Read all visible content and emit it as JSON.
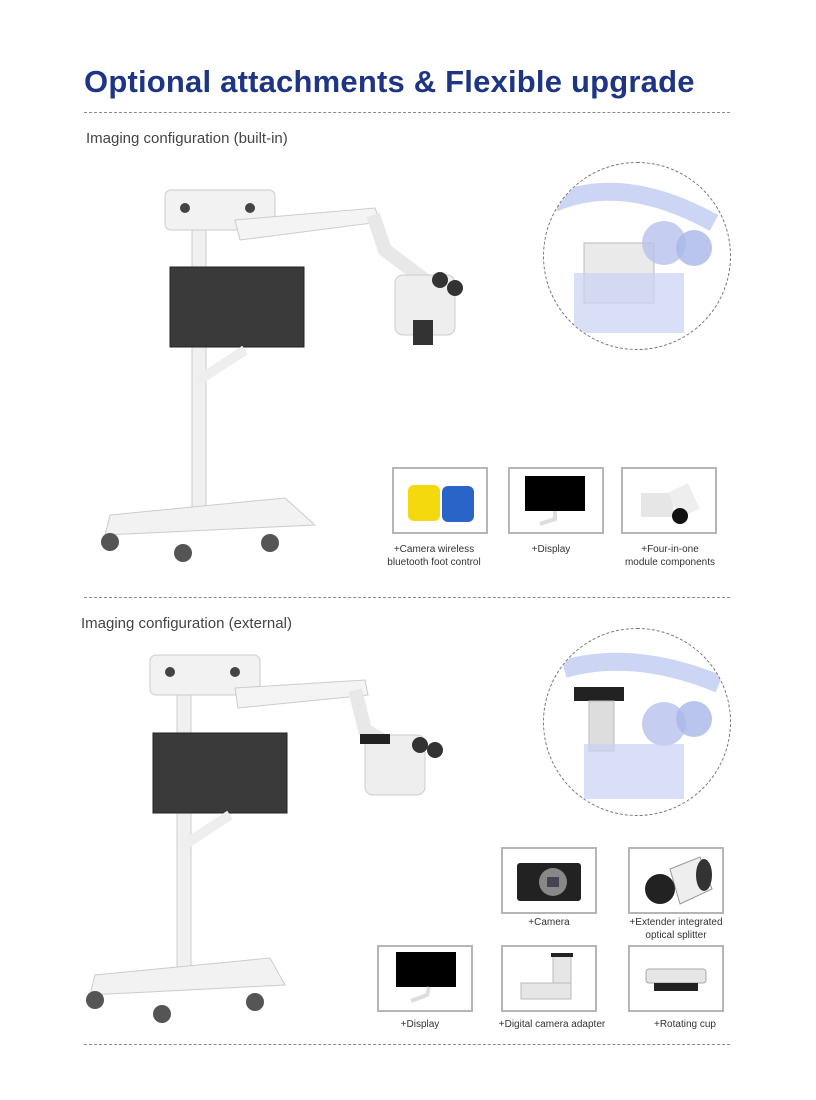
{
  "title": "Optional attachments & Flexible upgrade",
  "sections": [
    {
      "heading": "Imaging configuration (built-in)",
      "items": [
        {
          "line1": "+Camera wireless",
          "line2": "bluetooth foot control"
        },
        {
          "line1": "+Display",
          "line2": ""
        },
        {
          "line1": "+Four-in-one",
          "line2": "module components"
        }
      ]
    },
    {
      "heading": "Imaging configuration (external)",
      "items": [
        {
          "line1": "+Camera",
          "line2": ""
        },
        {
          "line1": "+Extender integrated",
          "line2": "optical splitter"
        },
        {
          "line1": "+Display",
          "line2": ""
        },
        {
          "line1": "+Digital camera adapter",
          "line2": ""
        },
        {
          "line1": "+Rotating cup",
          "line2": ""
        }
      ]
    }
  ],
  "colors": {
    "title": "#1d3584",
    "foot_yellow": "#f4d90f",
    "foot_blue": "#2a64c8"
  }
}
